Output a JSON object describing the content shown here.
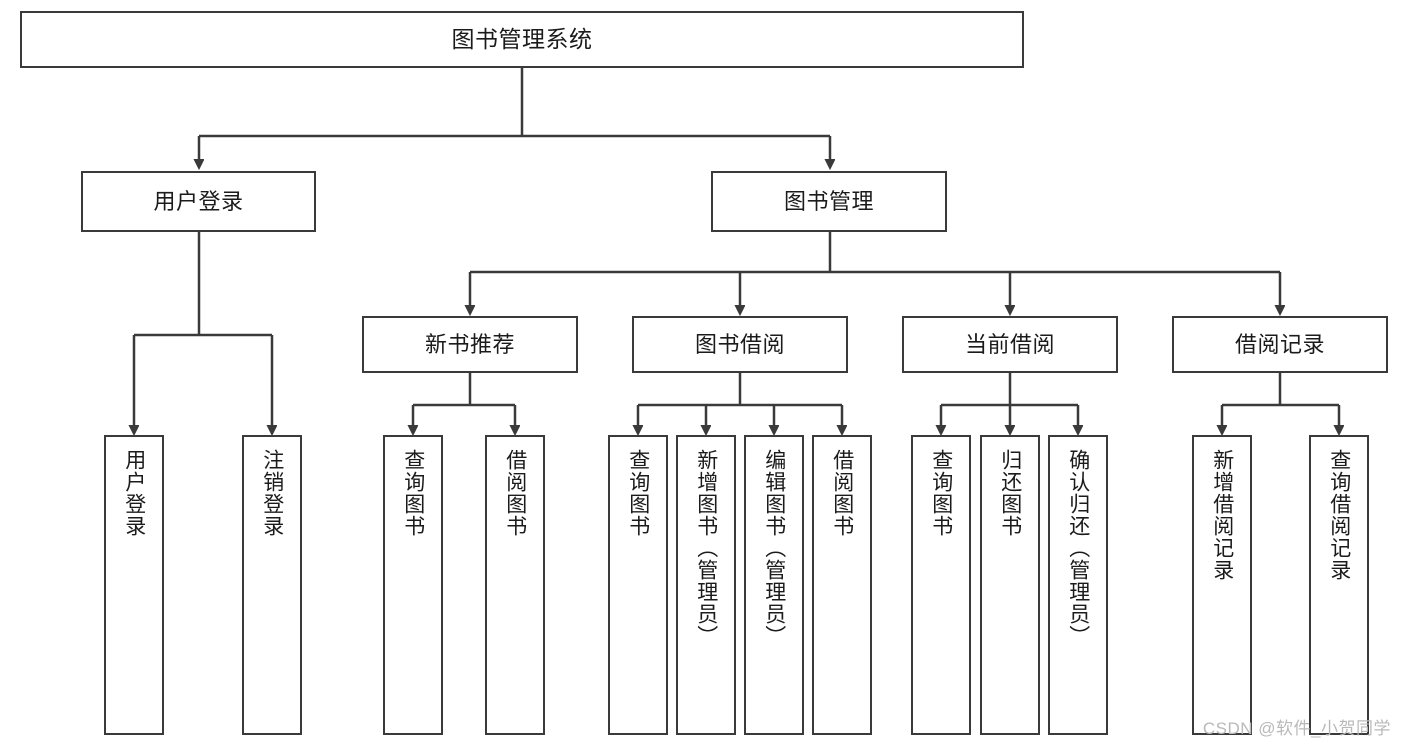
{
  "diagram": {
    "kind": "tree-structure-chart",
    "title": "图书管理系统",
    "watermark": "CSDN @软件_小贺同学",
    "colors": {
      "box_stroke": "#3a3a3a",
      "box_fill": "#ffffff",
      "connector": "#3a3a3a",
      "text": "#1b1b1b",
      "watermark": "#b9b9b9",
      "background": "#ffffff"
    }
  },
  "root": {
    "label": "图书管理系统"
  },
  "level2": [
    {
      "label": "用户登录"
    },
    {
      "label": "图书管理"
    }
  ],
  "level3": [
    {
      "label": "新书推荐"
    },
    {
      "label": "图书借阅"
    },
    {
      "label": "当前借阅"
    },
    {
      "label": "借阅记录"
    }
  ],
  "leaves": {
    "user_login": [
      {
        "label": "用户登录"
      },
      {
        "label": "注销登录"
      }
    ],
    "new_book_recommend": [
      {
        "label": "查询图书"
      },
      {
        "label": "借阅图书"
      }
    ],
    "book_borrow": [
      {
        "label": "查询图书"
      },
      {
        "label": "新增图书（管理员）"
      },
      {
        "label": "编辑图书（管理员）"
      },
      {
        "label": "借阅图书"
      }
    ],
    "current_borrow": [
      {
        "label": "查询图书"
      },
      {
        "label": "归还图书"
      },
      {
        "label": "确认归还（管理员）"
      }
    ],
    "borrow_record": [
      {
        "label": "新增借阅记录"
      },
      {
        "label": "查询借阅记录"
      }
    ]
  }
}
